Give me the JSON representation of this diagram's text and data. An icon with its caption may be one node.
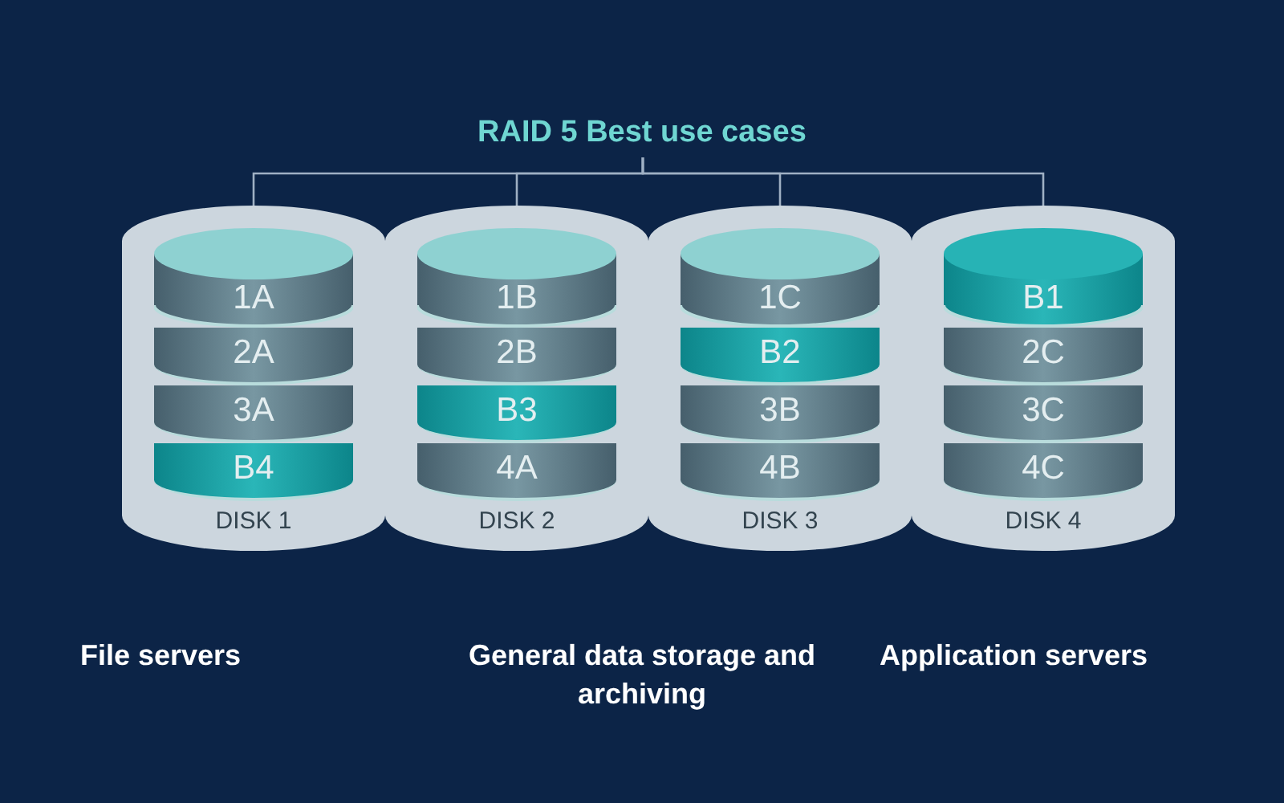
{
  "diagram": {
    "nodes": [
      {
        "text": [
          "RAID 5 Best use cases"
        ]
      },
      {
        "text": [
          "DISK 1"
        ]
      },
      {
        "text": [
          "1A"
        ],
        "in": 1
      },
      {
        "text": [
          "2A"
        ],
        "in": 1
      },
      {
        "text": [
          "3A"
        ],
        "in": 1
      },
      {
        "text": [
          "B4"
        ],
        "in": 1
      },
      {
        "text": [
          "DISK 2"
        ]
      },
      {
        "text": [
          "1B"
        ],
        "in": 6
      },
      {
        "text": [
          "2B"
        ],
        "in": 6
      },
      {
        "text": [
          "B3"
        ],
        "in": 6
      },
      {
        "text": [
          "4A"
        ],
        "in": 6
      },
      {
        "text": [
          "DISK 3"
        ]
      },
      {
        "text": [
          "1C"
        ],
        "in": 11
      },
      {
        "text": [
          "B2"
        ],
        "in": 11
      },
      {
        "text": [
          "3B"
        ],
        "in": 11
      },
      {
        "text": [
          "4B"
        ],
        "in": 11
      },
      {
        "text": [
          "DISK 4"
        ]
      },
      {
        "text": [
          "B1"
        ],
        "in": 16
      },
      {
        "text": [
          "2C"
        ],
        "in": 16
      },
      {
        "text": [
          "3C"
        ],
        "in": 16
      },
      {
        "text": [
          "4C"
        ],
        "in": 16
      }
    ],
    "edges": [
      {
        "from": 0,
        "to": 1,
        "arrow": "none"
      },
      {
        "from": 0,
        "to": 6,
        "arrow": "none"
      },
      {
        "from": 0,
        "to": 11,
        "arrow": "none"
      },
      {
        "from": 0,
        "to": 16,
        "arrow": "none"
      }
    ],
    "labels": [
      "File servers",
      "General data storage and archiving",
      "Application servers"
    ]
  }
}
